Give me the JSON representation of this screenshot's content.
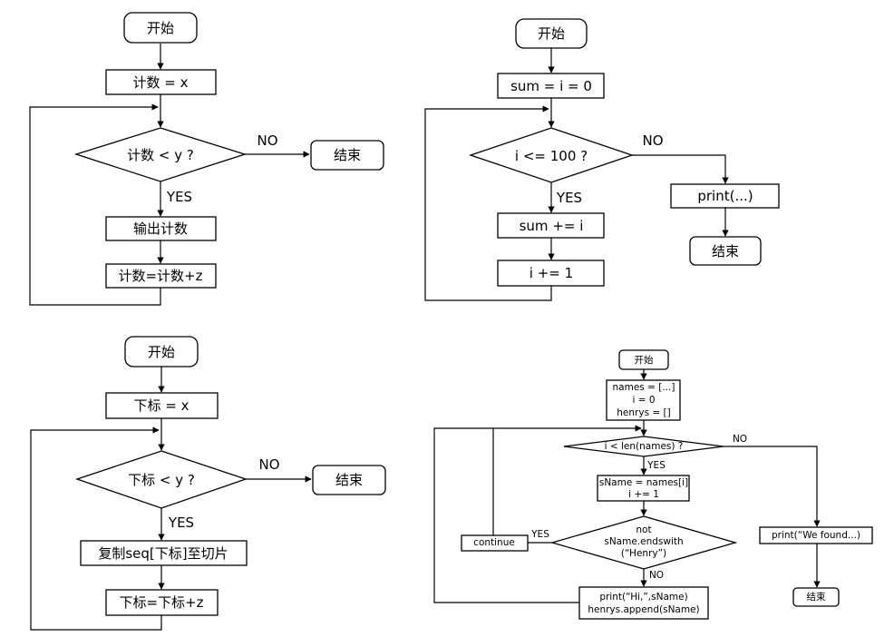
{
  "flowchart_1": {
    "start": "开始",
    "init": "计数 = x",
    "condition": "计数 < y ?",
    "no": "NO",
    "end": "结束",
    "yes": "YES",
    "output": "输出计数",
    "step": "计数=计数+z"
  },
  "flowchart_2": {
    "start": "开始",
    "init": "sum = i = 0",
    "condition": "i <= 100 ?",
    "no": "NO",
    "print": "print(...)",
    "end": "结束",
    "yes": "YES",
    "accumulate": "sum += i",
    "increment": "i += 1"
  },
  "flowchart_3": {
    "start": "开始",
    "init": "下标 = x",
    "condition": "下标 < y ?",
    "no": "NO",
    "end": "结束",
    "yes": "YES",
    "copy": "复制seq[下标]至切片",
    "step": "下标=下标+z"
  },
  "flowchart_4": {
    "start": "开始",
    "init_line1": "names = [...]",
    "init_line2": "i = 0",
    "init_line3": "henrys = []",
    "condition": "i < len(names) ?",
    "no": "NO",
    "yes": "YES",
    "assign_line1": "sName = names[i]",
    "assign_line2": "i += 1",
    "check_line1": "not",
    "check_line2": "sName.endswith",
    "check_line3": "(“Henry”)",
    "check_yes": "YES",
    "continue": "continue",
    "check_no": "NO",
    "print_line1": "print(“Hi,”,sName)",
    "print_line2": "henrys.append(sName)",
    "found": "print(“We found...)",
    "end": "结束"
  }
}
